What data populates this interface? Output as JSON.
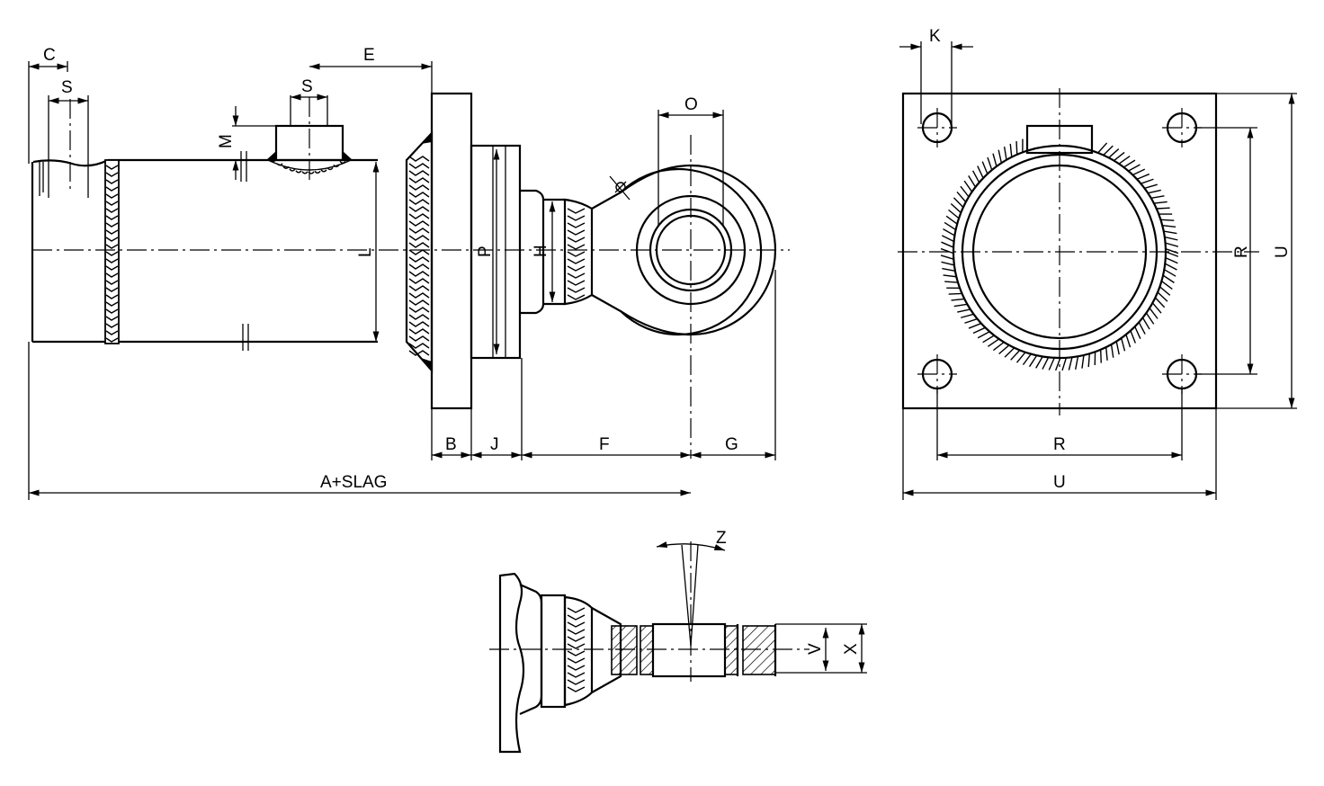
{
  "labels": {
    "C": "C",
    "S_left": "S",
    "S_port": "S",
    "E": "E",
    "M": "M",
    "L": "L",
    "P": "P",
    "H": "H",
    "O": "O",
    "B": "B",
    "J": "J",
    "F": "F",
    "G": "G",
    "A_SLAG": "A+SLAG",
    "K": "K",
    "R_vertical": "R",
    "U_vertical": "U",
    "R_horizontal": "R",
    "U_horizontal": "U",
    "Z": "Z",
    "V": "V",
    "X": "X"
  }
}
